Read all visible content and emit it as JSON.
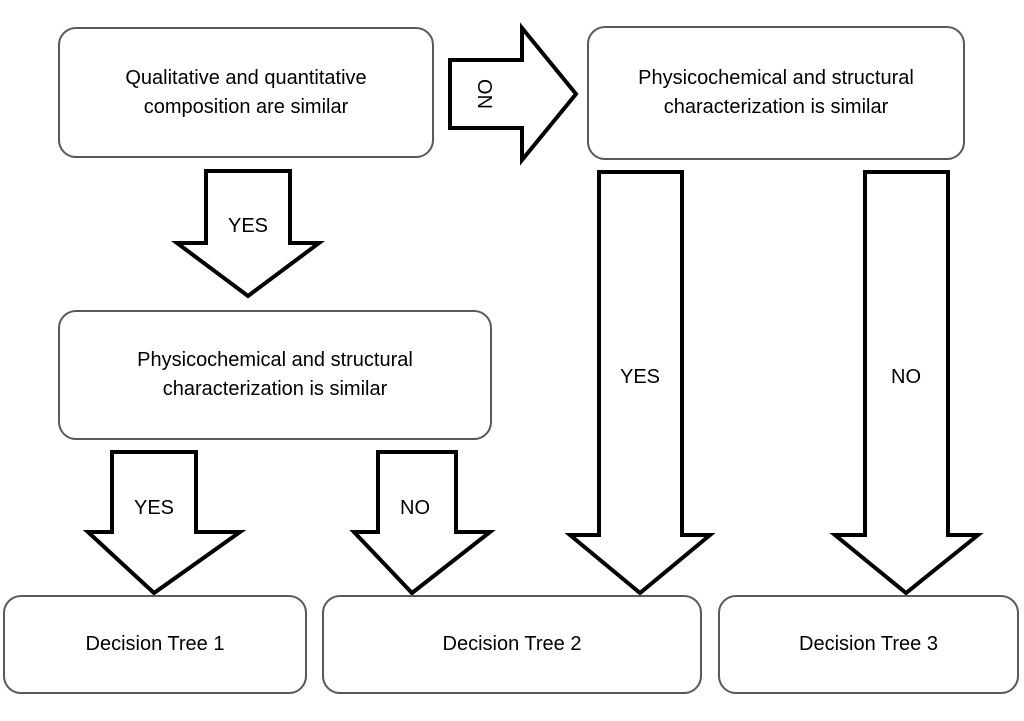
{
  "diagram": {
    "title": "Biosimilarity assessment decision tree selection flowchart",
    "background_color": "#ffffff",
    "box_border_color": "#595959",
    "arrow_stroke_color": "#000000",
    "text_color": "#000000"
  },
  "nodes": {
    "composition_similar": "Qualitative and quantitative\ncomposition are similar",
    "characterization_similar_top": "Physicochemical and structural\ncharacterization is similar",
    "characterization_similar_mid": "Physicochemical and structural\ncharacterization is similar",
    "decision_tree_1": "Decision Tree 1",
    "decision_tree_2": "Decision Tree 2",
    "decision_tree_3": "Decision Tree 3"
  },
  "arrows": {
    "composition_no": "NO",
    "composition_yes": "YES",
    "mid_char_yes": "YES",
    "mid_char_no": "NO",
    "top_char_yes": "YES",
    "top_char_no": "NO"
  }
}
